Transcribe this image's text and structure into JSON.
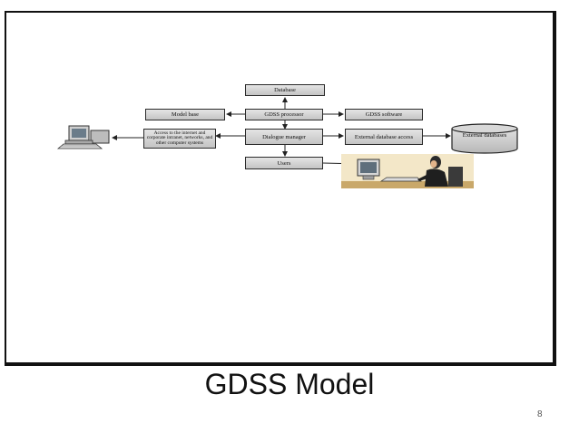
{
  "diagram": {
    "database": "Database",
    "model_base": "Model base",
    "gdss_processor": "GDSS processor",
    "gdss_software": "GDSS software",
    "access": "Access to the internet and corporate intranet, networks, and other computer systems",
    "dialogue_manager": "Dialogue manager",
    "external_db_access": "External database access",
    "external_databases": "External databases",
    "users": "Users"
  },
  "slide": {
    "title": "GDSS Model",
    "page_number": "8"
  }
}
